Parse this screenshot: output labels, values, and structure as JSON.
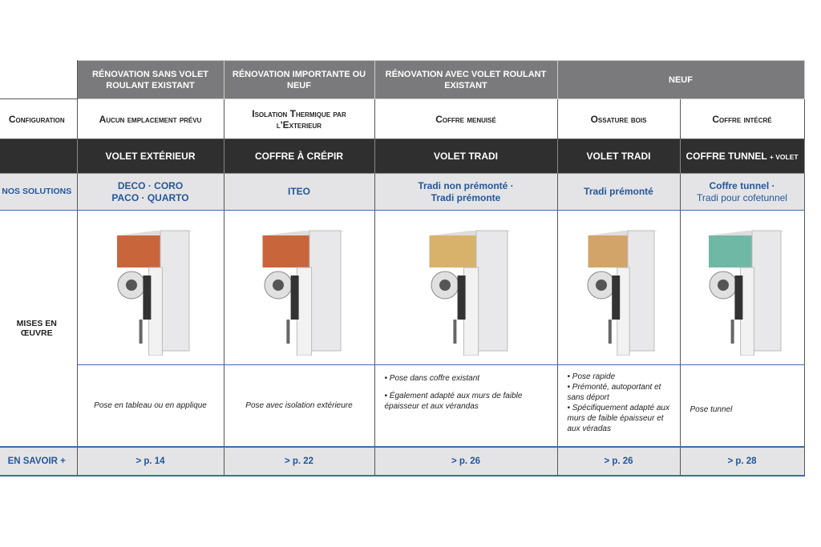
{
  "header_groups": [
    "Rénovation sans volet roulant existant",
    "Rénovation importante ou neuf",
    "Rénovation avec volet roulant existant",
    "Neuf"
  ],
  "rows": {
    "configuration": {
      "label": "Configuration",
      "values": [
        "Aucun emplacement prévu",
        "Isolation Thermique par l'Exterieur",
        "Coffre menuisé",
        "Ossature bois",
        "Coffre intécré"
      ]
    },
    "type": {
      "values": [
        "Volet extérieur",
        "Coffre à crépir",
        "Volet tradi",
        "Volet tradi",
        "Coffre tunnel"
      ],
      "suffix_last": "+ volet"
    },
    "solutions": {
      "label": "Nos solutions",
      "values": [
        [
          "DECO · CORO",
          "PACO · QUARTO"
        ],
        [
          "ITEO"
        ],
        [
          "Tradi non prémonté ·",
          "Tradi prémonte"
        ],
        [
          "Tradi prémonté"
        ],
        [
          "Coffre tunnel ·",
          "Tradi pour cofetunnel"
        ]
      ]
    },
    "mises": {
      "label_lines": [
        "Mises en",
        "œuvre"
      ]
    },
    "details": [
      [
        "Pose en tableau ou en applique"
      ],
      [
        "Pose avec isolation extérieure"
      ],
      [
        "• Pose dans coffre existant",
        "• Également adapté aux murs de faible épaisseur et aux vérandas"
      ],
      [
        "• Pose rapide",
        "• Prémonté, autoportant et sans déport",
        "• Spécifiquement adapté aux murs de faible épaisseur et aux véradas"
      ],
      [
        "Pose tunnel"
      ]
    ],
    "savoir": {
      "label": "En savoir +",
      "values": [
        "> p. 14",
        "> p. 22",
        "> p. 26",
        "> p. 26",
        "> p. 28"
      ]
    }
  },
  "colors": {
    "header": "#7a7a7c",
    "dark": "#2f2f30",
    "blue": "#24579a",
    "light": "#e4e4e6"
  }
}
